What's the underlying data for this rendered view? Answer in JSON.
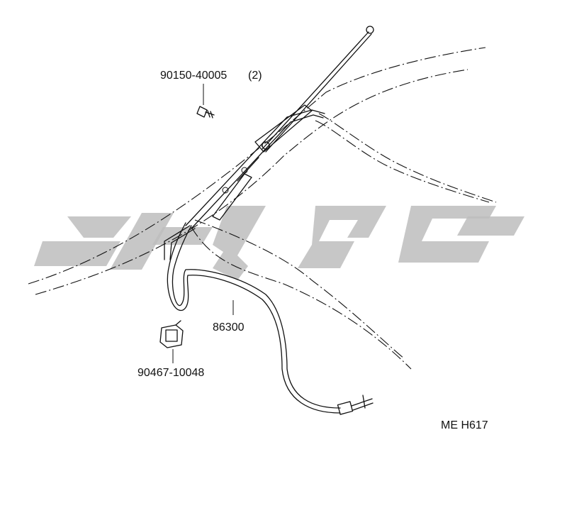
{
  "diagram": {
    "parts": [
      {
        "id": "screw",
        "number": "90150-40005",
        "qty": "(2)"
      },
      {
        "id": "antenna-cable",
        "number": "86300"
      },
      {
        "id": "clip",
        "number": "90467-10048"
      }
    ],
    "code": "ME H617"
  }
}
